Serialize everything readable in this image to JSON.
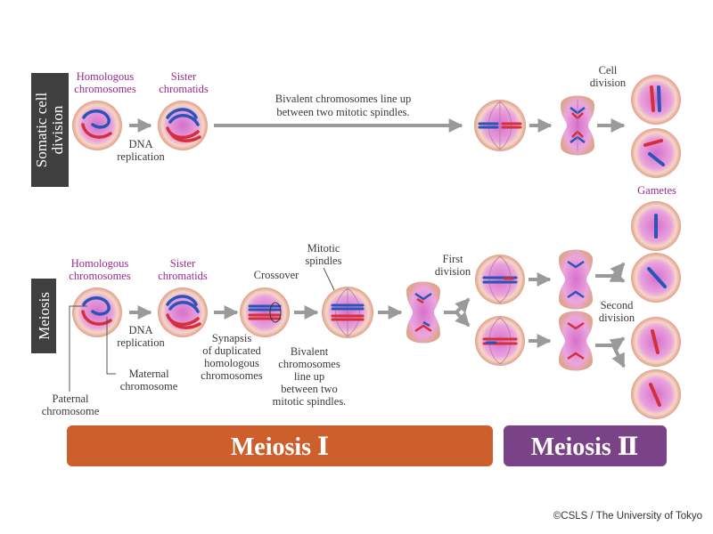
{
  "somatic": {
    "side_label_line1": "Somatic cell",
    "side_label_line2": "division",
    "homologous_line1": "Homologous",
    "homologous_line2": "chromosomes",
    "sister_line1": "Sister",
    "sister_line2": "chromatids",
    "dna_line1": "DNA",
    "dna_line2": "replication",
    "bivalent_line1": "Bivalent chromosomes line up",
    "bivalent_line2": "between two mitotic spindles.",
    "cell_division_line1": "Cell",
    "cell_division_line2": "division"
  },
  "meiosis": {
    "side_label": "Meiosis",
    "homologous_line1": "Homologous",
    "homologous_line2": "chromosomes",
    "sister_line1": "Sister",
    "sister_line2": "chromatids",
    "crossover": "Crossover",
    "mitotic_line1": "Mitotic",
    "mitotic_line2": "spindles",
    "first_line1": "First",
    "first_line2": "division",
    "gametes": "Gametes",
    "second_line1": "Second",
    "second_line2": "division",
    "dna_line1": "DNA",
    "dna_line2": "replication",
    "maternal_line1": "Maternal",
    "maternal_line2": "chromosome",
    "paternal_line1": "Paternal",
    "paternal_line2": "chromosome",
    "synapsis_line1": "Synapsis",
    "synapsis_line2": "of duplicated",
    "synapsis_line3": "homologous",
    "synapsis_line4": "chromosomes",
    "bivalent_line1": "Bivalent",
    "bivalent_line2": "chromosomes",
    "bivalent_line3": "line up",
    "bivalent_line4": "between two",
    "bivalent_line5": "mitotic spindles."
  },
  "banners": {
    "meiosis_1": "Meiosis Ⅰ",
    "meiosis_2": "Meiosis Ⅱ"
  },
  "copyright": "©CSLS / The University of Tokyo",
  "colors": {
    "paternal": "#2a55b8",
    "maternal": "#d42f3a",
    "label_purple": "#9c2a8e",
    "side_bg": "#3f3f3f",
    "meiosis1_bg": "#cc5f2c",
    "meiosis2_bg": "#7b4387",
    "arrow": "#9a9a9a"
  }
}
